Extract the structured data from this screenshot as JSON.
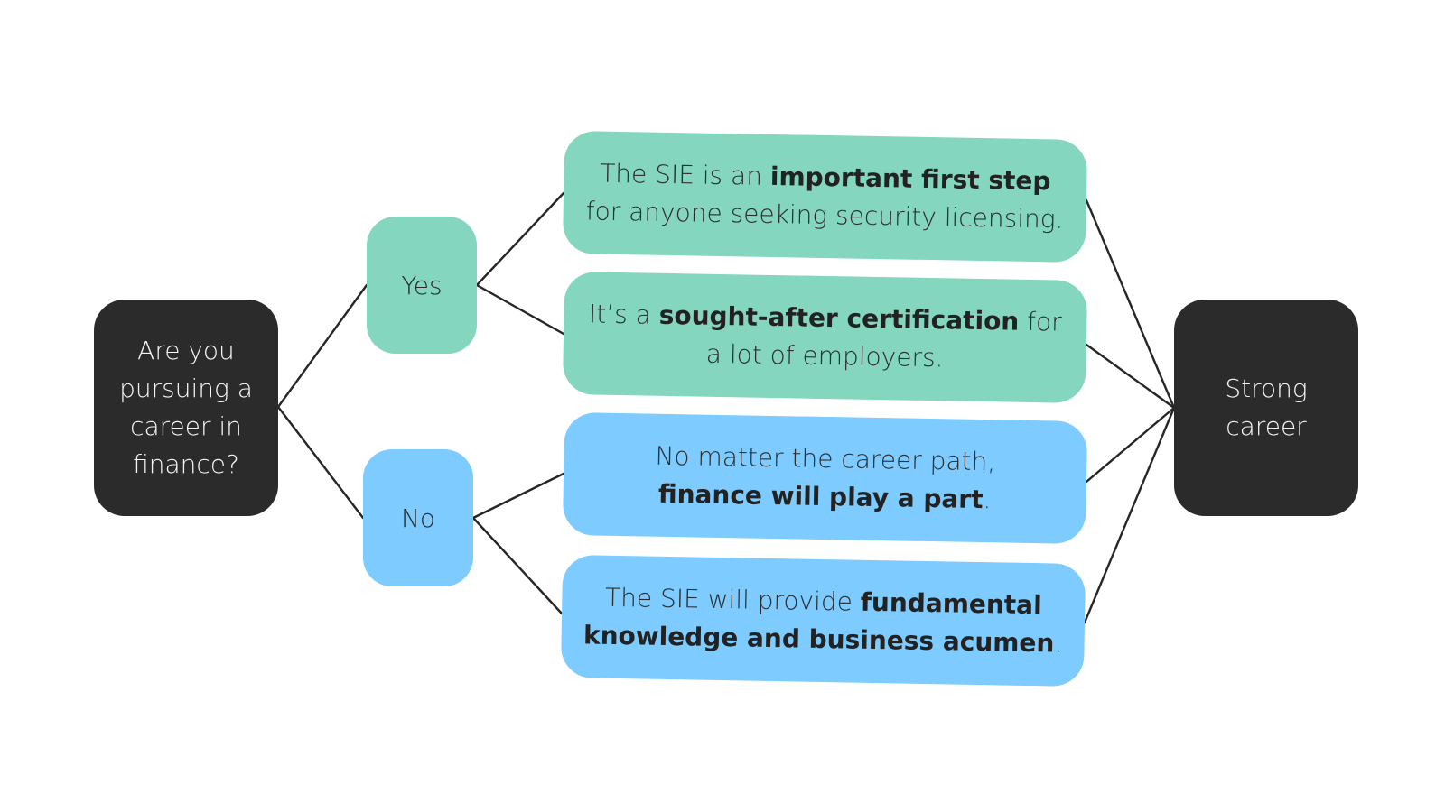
{
  "colors": {
    "dark_node": "#2b2b2b",
    "yes_branch": "#84d6be",
    "no_branch": "#7dcbff",
    "connector": "#262626",
    "background": "#ffffff"
  },
  "question": {
    "line1": "Are you",
    "line2": "pursuing a",
    "line3": "career in",
    "line4": "finance?"
  },
  "yes_label": "Yes",
  "no_label": "No",
  "outcome": {
    "line1": "Strong",
    "line2": "career"
  },
  "yes_reasons": [
    {
      "before": "The SIE is an ",
      "bold": "important first step",
      "after": " for anyone seeking security licensing."
    },
    {
      "before": "It’s a ",
      "bold": "sought-after certification",
      "after": " for a lot of employers."
    }
  ],
  "no_reasons": [
    {
      "before": "No matter the career path, ",
      "bold": "finance will play a part",
      "after": "."
    },
    {
      "before": "The SIE will provide ",
      "bold": "fundamental knowledge and business acumen",
      "after": "."
    }
  ]
}
